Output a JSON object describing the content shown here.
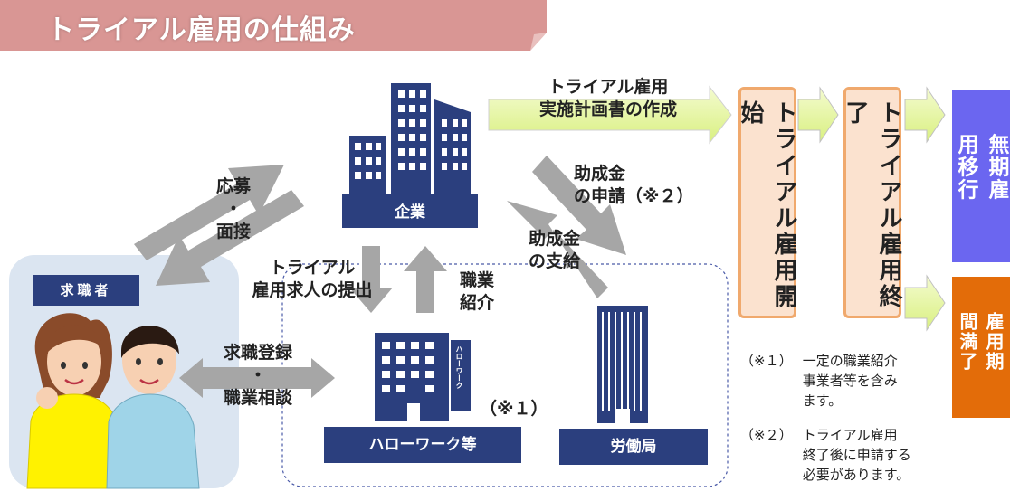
{
  "title": "トライアル雇用の仕組み",
  "nodes": {
    "company": "企業",
    "job_seeker": "求職者",
    "hello_work": "ハローワーク等",
    "labor_bureau": "労働局",
    "hello_work_sign": "ハローワーク"
  },
  "flows": {
    "apply_interview": [
      "応募",
      "・",
      "面接"
    ],
    "trial_job_offer": [
      "トライアル",
      "雇用求人の提出"
    ],
    "job_referral": [
      "職業",
      "紹介"
    ],
    "subsidy_application": [
      "助成金",
      "の申請（※２）"
    ],
    "subsidy_payment": [
      "助成金",
      "の支給"
    ],
    "registration_consultation": [
      "求職登録",
      "・",
      "職業相談"
    ],
    "plan_creation": [
      "トライアル雇用",
      "実施計画書の作成"
    ],
    "hello_work_note": "（※１）"
  },
  "stages": {
    "start": "トライアル雇用開始",
    "end": "トライアル雇用終了"
  },
  "outcomes": {
    "indefinite": "無期雇用移行",
    "expired": "雇用期間満了"
  },
  "footnotes": {
    "note1_mark": "（※１）",
    "note1_lines": [
      "一定の職業紹介",
      "事業者等を含み",
      "ます。"
    ],
    "note2_mark": "（※２）",
    "note2_lines": [
      "トライアル雇用",
      "終了後に申請する",
      "必要があります。"
    ]
  },
  "colors": {
    "banner": "#d99694",
    "navy": "#2b3f7e",
    "arrow_gray": "#a6a6a6",
    "stage_fill": "#fbe2cf",
    "stage_border": "#f0a96d",
    "chevron": "#e8f7a6",
    "indefinite": "#6b66f0",
    "expired": "#e36c09"
  }
}
